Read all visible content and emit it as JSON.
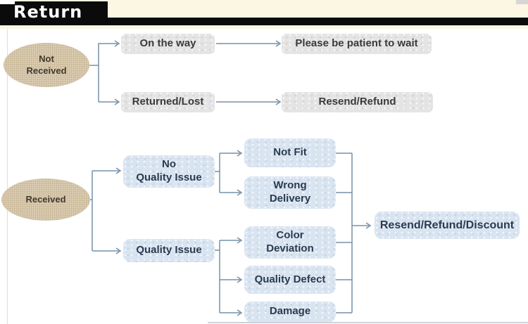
{
  "banner": {
    "title": "Return"
  },
  "colors": {
    "banner_black": "#0b0b0b",
    "banner_cream": "#fbf7e3",
    "gray_node": "#e4e4e5",
    "blue_node": "#d9e4f1",
    "ellipse_tan": "#d5c5a7",
    "wire": "#7690a8"
  },
  "nodes": {
    "not_received": "Not\nReceived",
    "on_the_way": "On the way",
    "please_wait": "Please be patient to wait",
    "returned_lost": "Returned/Lost",
    "resend_refund": "Resend/Refund",
    "received": "Received",
    "no_quality_issue": "No\nQuality Issue",
    "quality_issue": "Quality Issue",
    "not_fit": "Not Fit",
    "wrong_delivery": "Wrong\nDelivery",
    "color_deviation": "Color\nDeviation",
    "quality_defect": "Quality Defect",
    "damage": "Damage",
    "resend_refund_discount": "Resend/Refund/Discount"
  }
}
